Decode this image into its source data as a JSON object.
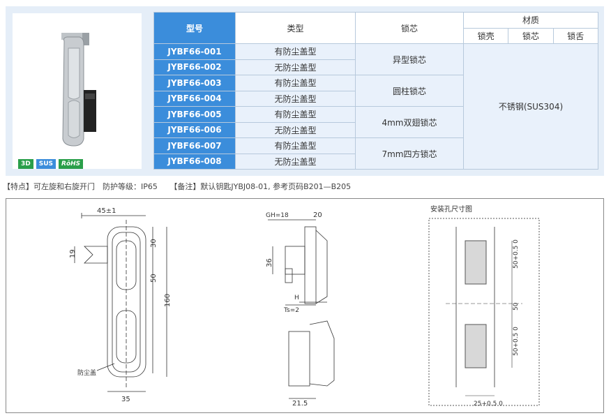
{
  "badges": {
    "b3d": "3D",
    "sus": "SUS",
    "rohs": "RōHS"
  },
  "table": {
    "headers": {
      "model": "型号",
      "type": "类型",
      "core": "锁芯",
      "material": "材质",
      "shell": "锁壳",
      "core_sub": "锁芯",
      "tongue": "锁舌"
    },
    "rows": [
      {
        "model": "JYBF66-001",
        "type": "有防尘盖型"
      },
      {
        "model": "JYBF66-002",
        "type": "无防尘盖型"
      },
      {
        "model": "JYBF66-003",
        "type": "有防尘盖型"
      },
      {
        "model": "JYBF66-004",
        "type": "无防尘盖型"
      },
      {
        "model": "JYBF66-005",
        "type": "有防尘盖型"
      },
      {
        "model": "JYBF66-006",
        "type": "无防尘盖型"
      },
      {
        "model": "JYBF66-007",
        "type": "有防尘盖型"
      },
      {
        "model": "JYBF66-008",
        "type": "无防尘盖型"
      }
    ],
    "cores": [
      "异型锁芯",
      "圆柱锁芯",
      "4mm双翅锁芯",
      "7mm四方锁芯"
    ],
    "material": "不锈钢(SUS304)"
  },
  "notes": {
    "features": "【特点】可左旋和右旋开门　防护等级：IP65",
    "remark": "【备注】默认钥匙JYBJ08-01, 参考页码B201—B205"
  },
  "drawing": {
    "front": {
      "d45": "45±1",
      "d19": "19",
      "d30": "30",
      "d50": "50",
      "d160": "160",
      "d35": "35",
      "dust": "防尘盖"
    },
    "side": {
      "gh": "GH=18",
      "d20": "20",
      "d36": "36",
      "h": "H",
      "ts": "Ts=2",
      "d215": "21.5"
    },
    "cutout": {
      "title": "安装孔尺寸图",
      "d50a": "50+0.5 0",
      "d50": "50",
      "d50b": "50+0.5 0",
      "d25": "25+0.5 0"
    }
  }
}
